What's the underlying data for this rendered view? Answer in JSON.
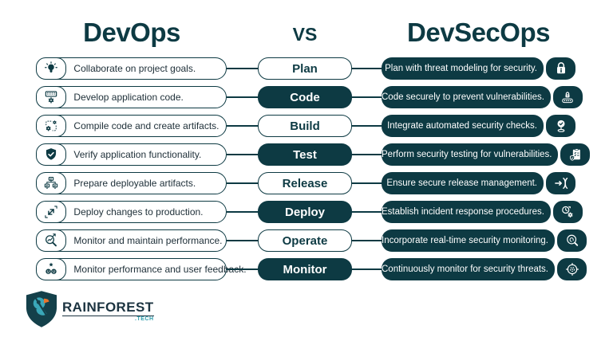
{
  "header": {
    "left_title": "DevOps",
    "vs": "VS",
    "right_title": "DevSecOps"
  },
  "colors": {
    "dark_teal": "#0d3a43",
    "accent_teal": "#2e9cab",
    "beak_orange": "#e8742c",
    "background": "#ffffff"
  },
  "rows": [
    {
      "stage": "Plan",
      "pill_style": "light",
      "devops": "Collaborate on project goals.",
      "devops_icon": "lightbulb-icon",
      "devsecops": "Plan with threat modeling for security.",
      "devsecops_icon": "lock-icon"
    },
    {
      "stage": "Code",
      "pill_style": "dark",
      "devops": "Develop application code.",
      "devops_icon": "keyboard-gear-icon",
      "devsecops": "Code securely to prevent vulnerabilities.",
      "devsecops_icon": "password-lock-icon"
    },
    {
      "stage": "Build",
      "pill_style": "light",
      "devops": "Compile code and create artifacts.",
      "devops_icon": "pipeline-gears-icon",
      "devsecops": "Integrate automated security checks.",
      "devsecops_icon": "location-check-icon"
    },
    {
      "stage": "Test",
      "pill_style": "dark",
      "devops": "Verify application functionality.",
      "devops_icon": "shield-check-icon",
      "devsecops": "Perform security testing for vulnerabilities.",
      "devsecops_icon": "checklist-shield-icon"
    },
    {
      "stage": "Release",
      "pill_style": "light",
      "devops": "Prepare deployable artifacts.",
      "devops_icon": "network-monitors-icon",
      "devsecops": "Ensure secure release management.",
      "devsecops_icon": "merge-arrow-icon"
    },
    {
      "stage": "Deploy",
      "pill_style": "dark",
      "devops": "Deploy changes to production.",
      "devops_icon": "exchange-arrows-icon",
      "devsecops": "Establish incident response procedures.",
      "devsecops_icon": "time-gear-icon"
    },
    {
      "stage": "Operate",
      "pill_style": "light",
      "devops": "Monitor and maintain performance.",
      "devops_icon": "magnifier-chart-icon",
      "devsecops": "Incorporate real-time security monitoring.",
      "devsecops_icon": "fingerprint-search-icon"
    },
    {
      "stage": "Monitor",
      "pill_style": "dark",
      "devops": "Monitor performance and user feedback.",
      "devops_icon": "users-star-icon",
      "devsecops": "Continuously monitor for security threats.",
      "devsecops_icon": "radar-icon"
    }
  ],
  "logo": {
    "name": "RAINFOREST",
    "tld": ".TECH"
  }
}
